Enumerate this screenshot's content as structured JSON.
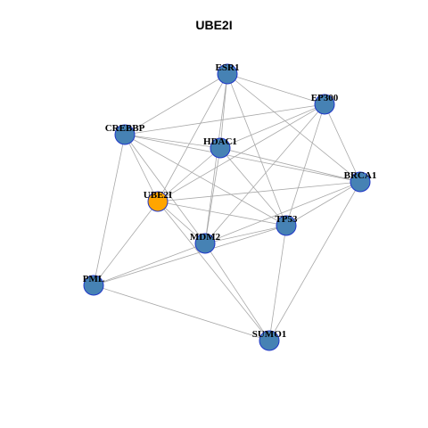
{
  "title": "UBE2I",
  "colors": {
    "node_default": "#4682b4",
    "node_focus": "#ffa500",
    "node_border": "#1f36c8",
    "edge": "#a8a8a8"
  },
  "focus_node": "UBE2I",
  "nodes": [
    "ESR1",
    "EP300",
    "CREBBP",
    "HDAC1",
    "BRCA1",
    "UBE2I",
    "TP53",
    "MDM2",
    "PML",
    "SUMO1"
  ],
  "edges": [
    [
      "ESR1",
      "EP300"
    ],
    [
      "ESR1",
      "CREBBP"
    ],
    [
      "ESR1",
      "HDAC1"
    ],
    [
      "ESR1",
      "BRCA1"
    ],
    [
      "ESR1",
      "UBE2I"
    ],
    [
      "ESR1",
      "TP53"
    ],
    [
      "ESR1",
      "MDM2"
    ],
    [
      "EP300",
      "CREBBP"
    ],
    [
      "EP300",
      "HDAC1"
    ],
    [
      "EP300",
      "BRCA1"
    ],
    [
      "EP300",
      "UBE2I"
    ],
    [
      "EP300",
      "TP53"
    ],
    [
      "EP300",
      "MDM2"
    ],
    [
      "CREBBP",
      "HDAC1"
    ],
    [
      "CREBBP",
      "BRCA1"
    ],
    [
      "CREBBP",
      "UBE2I"
    ],
    [
      "CREBBP",
      "TP53"
    ],
    [
      "CREBBP",
      "MDM2"
    ],
    [
      "CREBBP",
      "PML"
    ],
    [
      "HDAC1",
      "BRCA1"
    ],
    [
      "HDAC1",
      "UBE2I"
    ],
    [
      "HDAC1",
      "TP53"
    ],
    [
      "HDAC1",
      "MDM2"
    ],
    [
      "BRCA1",
      "UBE2I"
    ],
    [
      "BRCA1",
      "TP53"
    ],
    [
      "BRCA1",
      "MDM2"
    ],
    [
      "BRCA1",
      "SUMO1"
    ],
    [
      "UBE2I",
      "TP53"
    ],
    [
      "UBE2I",
      "MDM2"
    ],
    [
      "UBE2I",
      "PML"
    ],
    [
      "UBE2I",
      "SUMO1"
    ],
    [
      "TP53",
      "MDM2"
    ],
    [
      "TP53",
      "PML"
    ],
    [
      "TP53",
      "SUMO1"
    ],
    [
      "MDM2",
      "PML"
    ],
    [
      "MDM2",
      "SUMO1"
    ],
    [
      "PML",
      "SUMO1"
    ]
  ]
}
